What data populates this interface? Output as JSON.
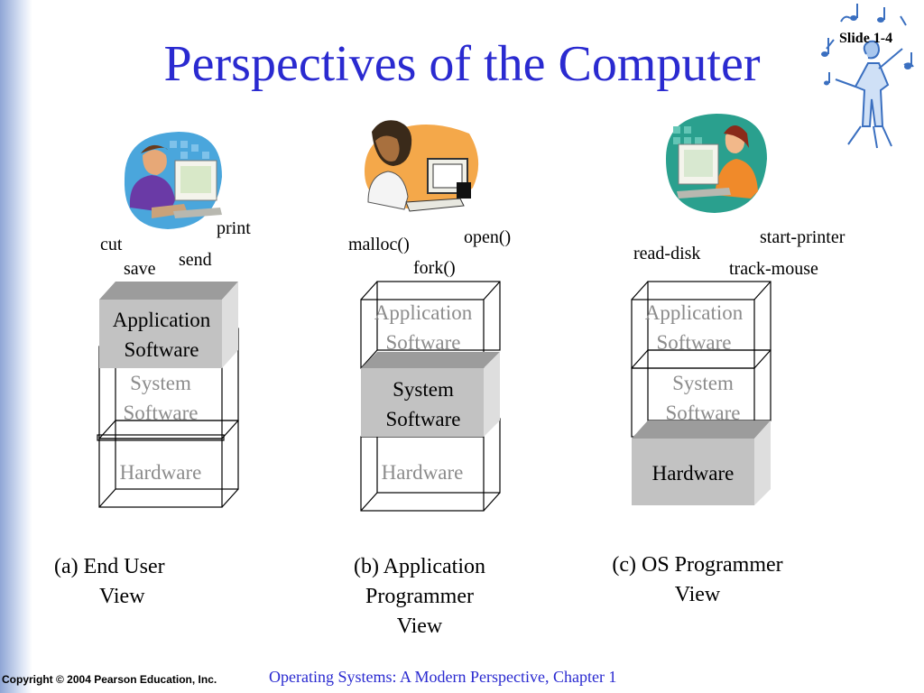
{
  "slide": {
    "title": "Perspectives of the Computer",
    "number": "Slide 1-4"
  },
  "views": [
    {
      "terms": [
        "print",
        "cut",
        "send",
        "save"
      ],
      "layers": [
        "Application Software",
        "System Software",
        "Hardware"
      ],
      "caption": [
        "(a)   End User",
        "View"
      ]
    },
    {
      "terms": [
        "open()",
        "malloc()",
        "fork()"
      ],
      "layers": [
        "Application Software",
        "System Software",
        "Hardware"
      ],
      "caption": [
        "(b) Application",
        "Programmer",
        "View"
      ]
    },
    {
      "terms": [
        "start-printer",
        "read-disk",
        "track-mouse"
      ],
      "layers": [
        "Application Software",
        "System Software",
        "Hardware"
      ],
      "caption": [
        "(c) OS Programmer",
        "View"
      ]
    }
  ],
  "footer": {
    "copyright": "Copyright © 2004 Pearson Education, Inc.",
    "book": "Operating Systems: A Modern Perspective, Chapter 1"
  },
  "colors": {
    "title": "#2a2ad0",
    "highlight_front": "#c2c2c2",
    "highlight_top": "#9c9c9c",
    "highlight_side": "#dedede",
    "dim_text": "#8c8c8c"
  }
}
